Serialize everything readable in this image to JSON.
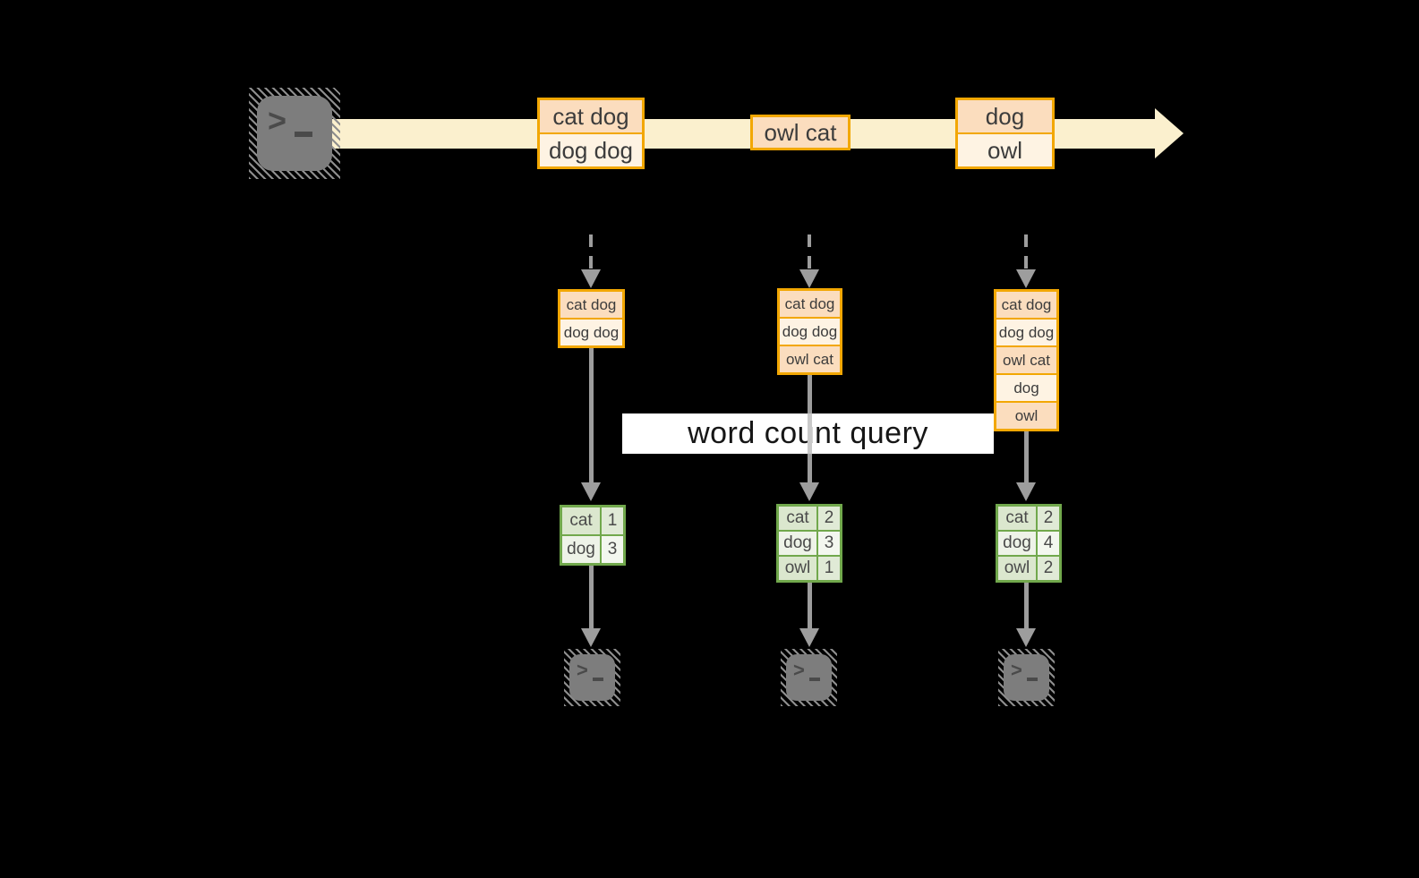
{
  "banner": {
    "label": "word count query"
  },
  "icons": {
    "terminal_prompt": ">"
  },
  "stream": {
    "box1": {
      "cell1": "cat dog",
      "cell2": "dog dog"
    },
    "box2": {
      "cell1": "owl cat"
    },
    "box3": {
      "cell1": "dog",
      "cell2": "owl"
    }
  },
  "snapshots": {
    "s1": {
      "c1": "cat dog",
      "c2": "dog dog"
    },
    "s2": {
      "c1": "cat dog",
      "c2": "dog dog",
      "c3": "owl cat"
    },
    "s3": {
      "c1": "cat dog",
      "c2": "dog dog",
      "c3": "owl cat",
      "c4": "dog",
      "c5": "owl"
    }
  },
  "counts": {
    "t1": {
      "r1": {
        "word": "cat",
        "count": "1"
      },
      "r2": {
        "word": "dog",
        "count": "3"
      }
    },
    "t2": {
      "r1": {
        "word": "cat",
        "count": "2"
      },
      "r2": {
        "word": "dog",
        "count": "3"
      },
      "r3": {
        "word": "owl",
        "count": "1"
      }
    },
    "t3": {
      "r1": {
        "word": "cat",
        "count": "2"
      },
      "r2": {
        "word": "dog",
        "count": "4"
      },
      "r3": {
        "word": "owl",
        "count": "2"
      }
    }
  },
  "colors": {
    "accent_orange": "#f2a702",
    "peach_dark": "#fbddbe",
    "peach_light": "#fef3e3",
    "stream_band": "#fbf0ce",
    "green_border": "#71a84c",
    "green_cell": "#dbe7ce",
    "green_cell_light": "#eef3e8",
    "arrow_gray": "#9d9d9d",
    "terminal_gray": "#7d7d7d",
    "banner_bg": "#ffffff"
  }
}
